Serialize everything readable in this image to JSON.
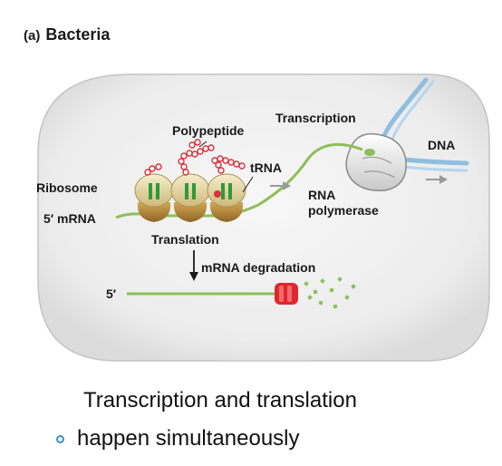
{
  "panel": {
    "tag": "(a)",
    "title": "Bacteria"
  },
  "labels": {
    "transcription": "Transcription",
    "polypeptide": "Polypeptide",
    "dna": "DNA",
    "trna": "tRNA",
    "ribosome": "Ribosome",
    "rna": "RNA",
    "polymerase": "polymerase",
    "mrna5": "5′ mRNA",
    "translation": "Translation",
    "degradation": "mRNA degradation",
    "five_prime": "5′"
  },
  "caption": {
    "line1": "Transcription and translation",
    "line2": "happen simultaneously"
  },
  "colors": {
    "cell_fill": "#efefef",
    "mrna": "#8cbf5a",
    "ribosome_top": "#e8dca8",
    "ribosome_bottom": "#b8893a",
    "trna": "#2e9a3a",
    "polypeptide": "#d9303a",
    "dna": "#9cc6e4",
    "degradation_enzyme": "#e0262e",
    "bullet": "#3a8fd0"
  }
}
